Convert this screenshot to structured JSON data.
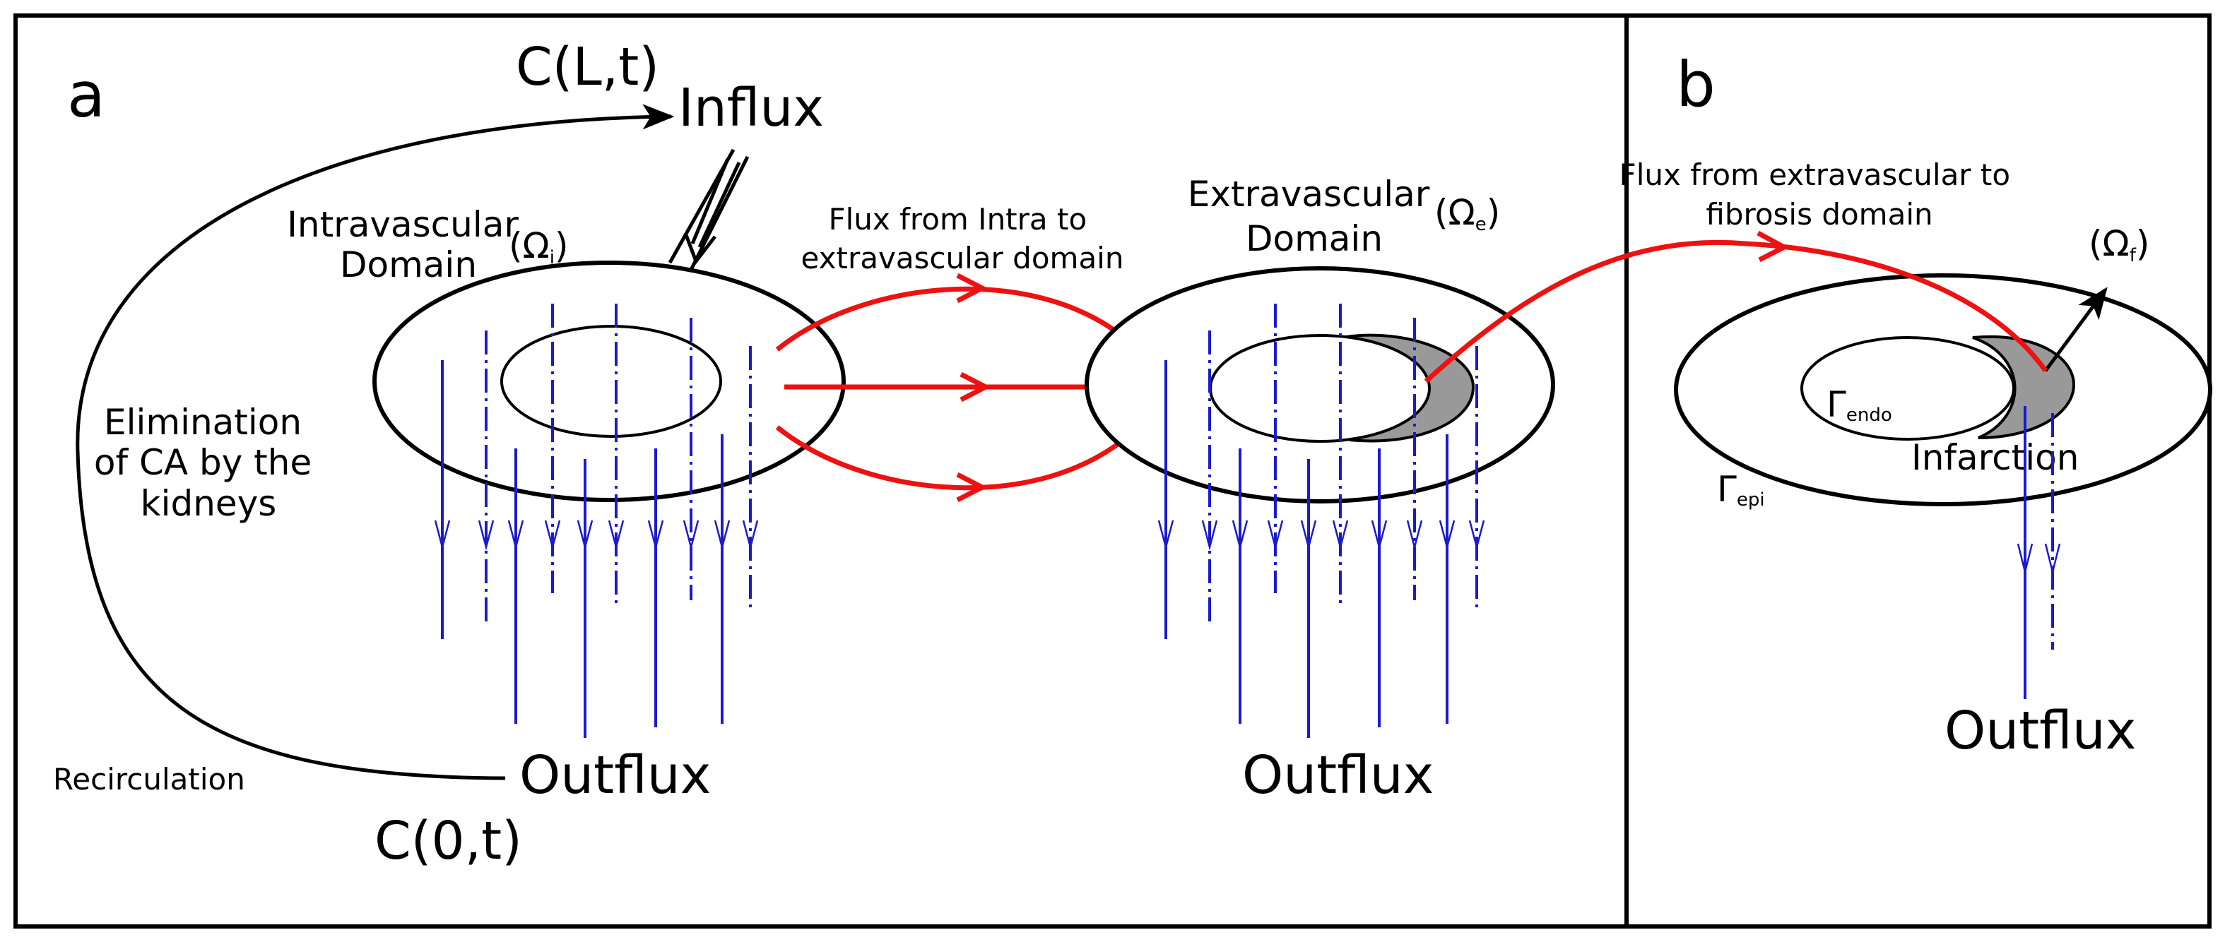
{
  "panels": {
    "a": {
      "letter": "a",
      "influx": "Influx",
      "inlet_concentration": "C(L,t)",
      "outlet_concentration": "C(0,t)",
      "intravascular_label_line1": "Intravascular",
      "intravascular_label_line2": "Domain",
      "intravascular_symbol": "(Ω",
      "intravascular_symbol_sub": "i",
      "intravascular_symbol_close": ")",
      "flux_label_line1": "Flux from Intra to",
      "flux_label_line2": "extravascular domain",
      "extravascular_label_line1": "Extravascular",
      "extravascular_label_line2": "Domain",
      "extravascular_symbol": "(Ω",
      "extravascular_symbol_sub": "e",
      "extravascular_symbol_close": ")",
      "elimination_line1": "Elimination",
      "elimination_line2": "of CA by the",
      "elimination_line3": "kidneys",
      "recirculation": "Recirculation",
      "outflux_left": "Outflux",
      "outflux_right": "Outflux"
    },
    "b": {
      "letter": "b",
      "flux_label_line1": "Flux from extravascular to",
      "flux_label_line2": "fibrosis domain",
      "fibrosis_symbol": "(Ω",
      "fibrosis_symbol_sub": "f",
      "fibrosis_symbol_close": ")",
      "gamma_endo": "Γ",
      "gamma_endo_sub": "endo",
      "gamma_epi": "Γ",
      "gamma_epi_sub": "epi",
      "infarction": "Infarction",
      "outflux": "Outflux"
    }
  },
  "colors": {
    "flux_arrows": "#ee1111",
    "vessels": "#1a1ad0",
    "infarct_region": "#999999",
    "outline": "#000000"
  }
}
